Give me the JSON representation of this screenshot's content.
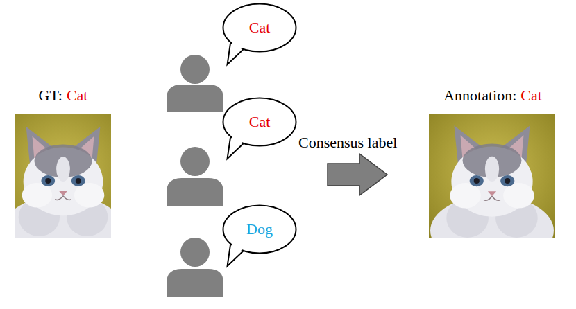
{
  "diagram": {
    "nodes": [
      {
        "text": [
          "Cat"
        ]
      },
      {
        "text": [
          "Cat"
        ]
      },
      {
        "text": [
          "Dog"
        ]
      }
    ],
    "labels": [
      "GT:",
      "Cat",
      "Consensus label",
      "Annotation:",
      "Cat"
    ]
  }
}
